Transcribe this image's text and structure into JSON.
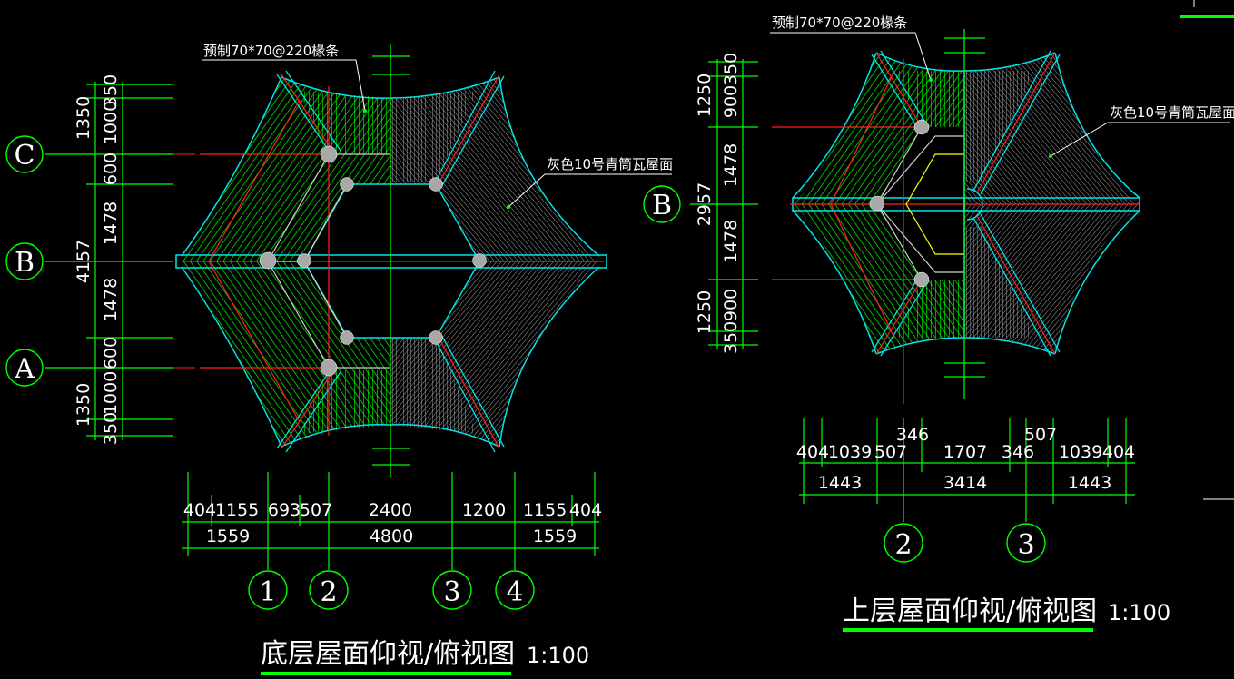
{
  "colors": {
    "background": "#000000",
    "dimension_line": "#00ff00",
    "roof_outline": "#00e5e5",
    "centerline": "#ff2020",
    "hatch_green": "#00ff00",
    "hatch_gray": "#9a9a9a",
    "text": "#ffffff",
    "title_underline": "#00ff00"
  },
  "lower_plan": {
    "title": "底层屋面仰视/俯视图",
    "scale": "1:100",
    "rafter_note": "预制70*70@220椽条",
    "roof_note": "灰色10号青筒瓦屋面",
    "axis_rows": [
      "C",
      "B",
      "A"
    ],
    "axis_cols": [
      "1",
      "2",
      "3",
      "4"
    ],
    "vertical_dims_outer": [
      "1350",
      "4157",
      "1350"
    ],
    "vertical_dims_inner": [
      "1000",
      "350",
      "600",
      "1478",
      "1478",
      "600",
      "1000",
      "350"
    ],
    "horizontal_dims_top": [
      "404",
      "1155",
      "693",
      "507",
      "2400",
      "1200",
      "1155",
      "404"
    ],
    "horizontal_dims_bottom": [
      "1559",
      "4800",
      "1559"
    ]
  },
  "upper_plan": {
    "title": "上层屋面仰视/俯视图",
    "scale": "1:100",
    "rafter_note": "预制70*70@220椽条",
    "roof_note": "灰色10号青筒瓦屋面",
    "axis_rows": [
      "B"
    ],
    "axis_cols": [
      "2",
      "3"
    ],
    "vertical_dims_outer": [
      "1250",
      "2957",
      "1250"
    ],
    "vertical_dims_inner": [
      "900",
      "350",
      "1478",
      "1478",
      "900",
      "350"
    ],
    "horizontal_dims_upper": [
      "346",
      "507"
    ],
    "horizontal_dims_top": [
      "404",
      "1039",
      "507",
      "1707",
      "346",
      "1039",
      "404"
    ],
    "horizontal_dims_bottom": [
      "1443",
      "3414",
      "1443"
    ]
  }
}
